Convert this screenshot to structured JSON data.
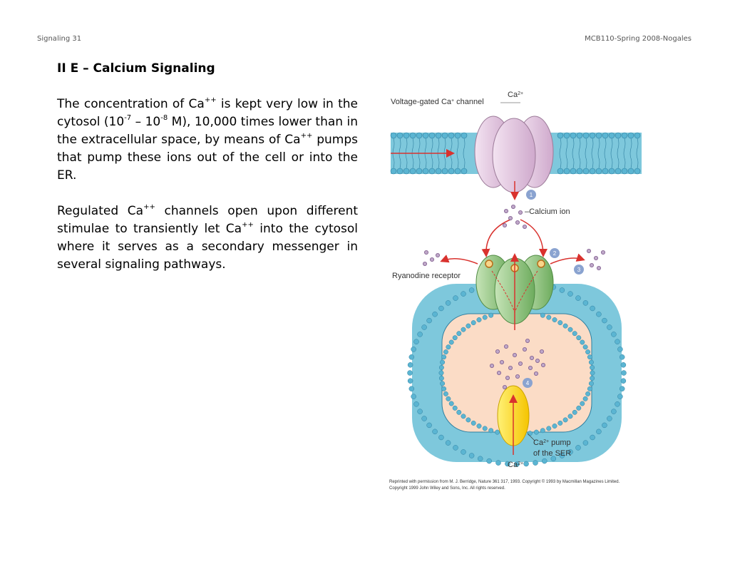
{
  "header": {
    "left": "Signaling 31",
    "right": "MCB110-Spring 2008-Nogales"
  },
  "title": "II E – Calcium Signaling",
  "para1": {
    "t1": "The concentration of Ca",
    "s1": "++",
    "t2": " is kept very low in the cytosol (10",
    "s2": "-7",
    "t3": " – 10",
    "s3": "-8",
    "t4": " M), 10,000 times lower than in the extracellular space, by means of Ca",
    "s4": "++",
    "t5": " pumps that pump these ions out of the cell or into the ER."
  },
  "para2": {
    "t1": "Regulated Ca",
    "s1": "++",
    "t2": " channels open upon different stimulae to transiently let Ca",
    "s2": "++",
    "t3": " into the cytosol where it serves as a secondary messenger in several signaling pathways."
  },
  "diagram": {
    "labels": {
      "voltage_channel": "Voltage-gated Ca",
      "voltage_channel_sup": "+",
      "voltage_channel_end": " channel",
      "ca_top": "Ca",
      "ca_top_sup": "2+",
      "calcium_ion": "–Calcium ion",
      "ryanodine": "Ryanodine receptor",
      "pump_line1": "Ca",
      "pump_line1_sup": "2+",
      "pump_line1_end": " pump",
      "pump_line2": "of the SER",
      "ca_bottom": "Ca",
      "ca_bottom_sup": "2+"
    },
    "steps": [
      "1",
      "2",
      "3",
      "4"
    ],
    "colors": {
      "membrane": "#7ec8dc",
      "head": "#5bb5d2",
      "channel": "#e2c4e0",
      "receptor": "#86c277",
      "pump": "#ffd700",
      "lumen": "#fbdcc6",
      "arrow": "#d9322e",
      "ion": "#bfa8c9",
      "step_badge": "#8aa3d0"
    },
    "credit_line1": "Reprinted with permission from M. J. Berridge, Nature 361 317, 1993. Copyright © 1993 by Macmillan Magazines Limited.",
    "credit_line2": "Copyright 1999 John Wiley and Sons, Inc. All rights reserved."
  }
}
